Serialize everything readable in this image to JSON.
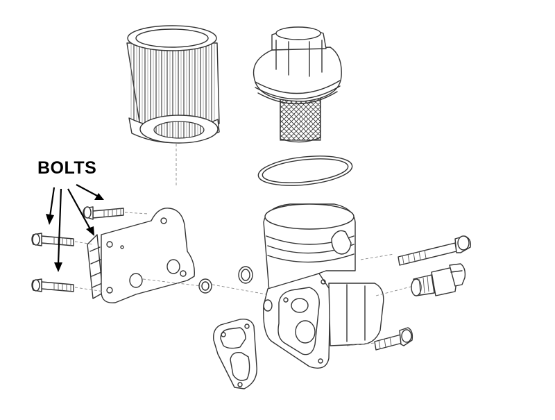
{
  "diagram": {
    "callout_label": "BOLTS",
    "colors": {
      "line": "#333333",
      "arrow": "#000000",
      "background": "#ffffff"
    },
    "parts": [
      "oil-filter-element",
      "filter-cap-with-strainer",
      "cap-o-ring",
      "oil-cooler",
      "cooler-seal-ring-small",
      "cooler-seal-ring-large",
      "filter-housing",
      "housing-gasket",
      "long-bolt",
      "pressure-sensor",
      "short-bolt",
      "cooler-bolt-top",
      "cooler-bolt-middle",
      "cooler-bolt-bottom"
    ]
  }
}
